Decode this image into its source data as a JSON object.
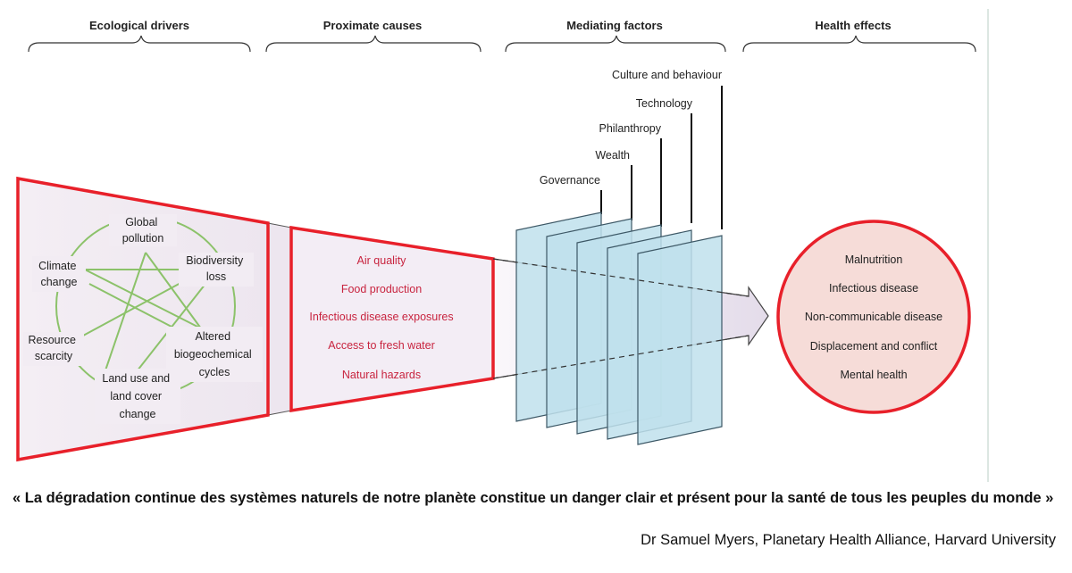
{
  "headers": [
    "Ecological drivers",
    "Proximate causes",
    "Mediating factors",
    "Health effects"
  ],
  "ecological_drivers": {
    "global_pollution": [
      "Global",
      "pollution"
    ],
    "biodiversity_loss": [
      "Biodiversity",
      "loss"
    ],
    "climate_change": [
      "Climate",
      "change"
    ],
    "resource_scarcity": [
      "Resource",
      "scarcity"
    ],
    "altered_cycles": [
      "Altered",
      "biogeochemical",
      "cycles"
    ],
    "land_use": [
      "Land use and",
      "land cover",
      "change"
    ]
  },
  "proximate_causes": [
    "Air quality",
    "Food production",
    "Infectious disease exposures",
    "Access to fresh water",
    "Natural hazards"
  ],
  "mediating_factors": [
    "Governance",
    "Wealth",
    "Philanthropy",
    "Technology",
    "Culture and behaviour"
  ],
  "health_effects": [
    "Malnutrition",
    "Infectious disease",
    "Non-communicable disease",
    "Displacement and conflict",
    "Mental health"
  ],
  "quote": "« La dégradation continue des systèmes naturels de notre planète constitue un danger clair et présent pour la santé de tous les peuples du monde »",
  "attribution": "Dr Samuel Myers, Planetary Health Alliance, Harvard University",
  "colors": {
    "accent_red": "#e8202a",
    "cause_text": "#c8243f",
    "network_green": "#8cc26a",
    "panel_blue": "#bfe0ec",
    "circle_fill": "#f6dcd8"
  }
}
